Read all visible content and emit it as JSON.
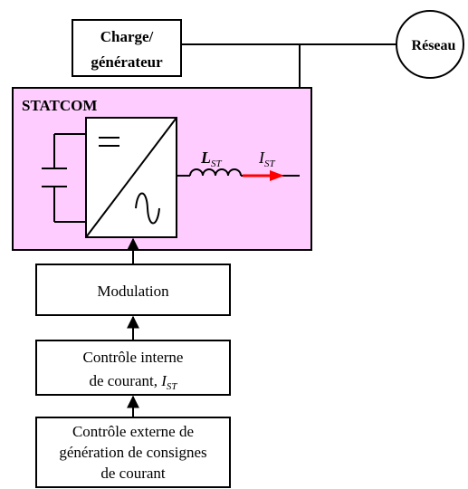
{
  "load": {
    "line1": "Charge/",
    "line2": "générateur"
  },
  "grid": {
    "label": "Réseau"
  },
  "statcom": {
    "title": "STATCOM",
    "fill_color": "#ffccff",
    "inductor_label": "L",
    "inductor_sub": "ST",
    "current_label": "I",
    "current_sub": "ST",
    "arrow_color": "#ff0000"
  },
  "modulation": {
    "label": "Modulation"
  },
  "inner_control": {
    "line1": "Contrôle interne",
    "line2": "de courant, ",
    "var": "I",
    "sub": "ST"
  },
  "outer_control": {
    "line1": "Contrôle externe de",
    "line2": "génération de consignes",
    "line3": "de courant"
  }
}
